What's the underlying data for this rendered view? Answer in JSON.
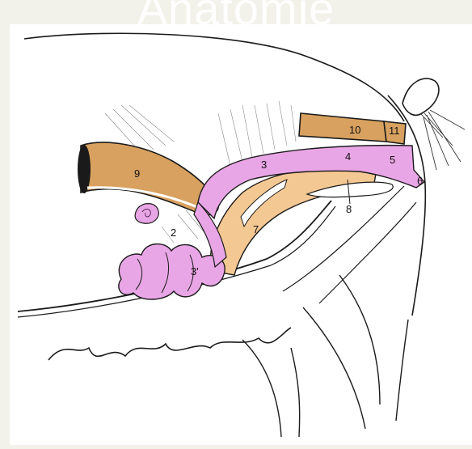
{
  "title": "Anatomie",
  "labels": [
    {
      "id": "9",
      "text": "9"
    },
    {
      "id": "3",
      "text": "3"
    },
    {
      "id": "10",
      "text": "10"
    },
    {
      "id": "11",
      "text": "11"
    },
    {
      "id": "4",
      "text": "4"
    },
    {
      "id": "5",
      "text": "5"
    },
    {
      "id": "6",
      "text": "6"
    },
    {
      "id": "8",
      "text": "8"
    },
    {
      "id": "7",
      "text": "7"
    },
    {
      "id": "2",
      "text": "2"
    },
    {
      "id": "3p",
      "text": "3'"
    }
  ],
  "colors": {
    "background": "#f2f1ea",
    "panel": "#ffffff",
    "pink": "#e9a6e6",
    "tan": "#d8a15f",
    "peach": "#f4c893",
    "outline": "#1a1a1a"
  }
}
